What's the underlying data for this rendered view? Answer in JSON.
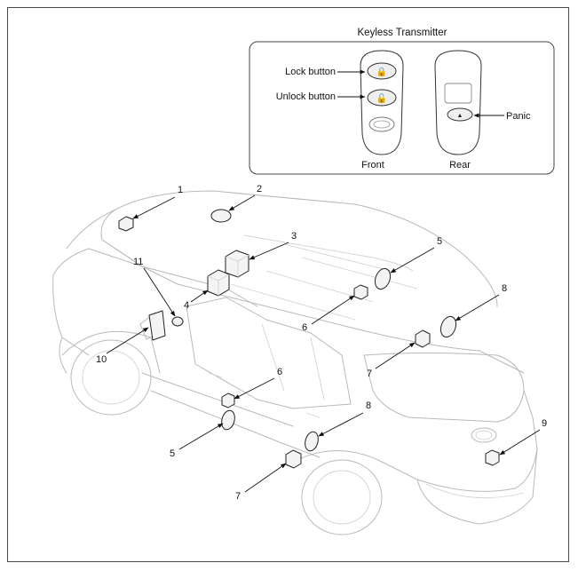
{
  "transmitter": {
    "title": "Keyless Transmitter",
    "lock_label": "Lock button",
    "unlock_label": "Unlock button",
    "panic_label": "Panic",
    "front_label": "Front",
    "rear_label": "Rear"
  },
  "callouts": {
    "c1": "1",
    "c2": "2",
    "c3": "3",
    "c4": "4",
    "c5a": "5",
    "c5b": "5",
    "c6a": "6",
    "c6b": "6",
    "c7a": "7",
    "c7b": "7",
    "c8a": "8",
    "c8b": "8",
    "c9": "9",
    "c10": "10",
    "c11": "11"
  }
}
